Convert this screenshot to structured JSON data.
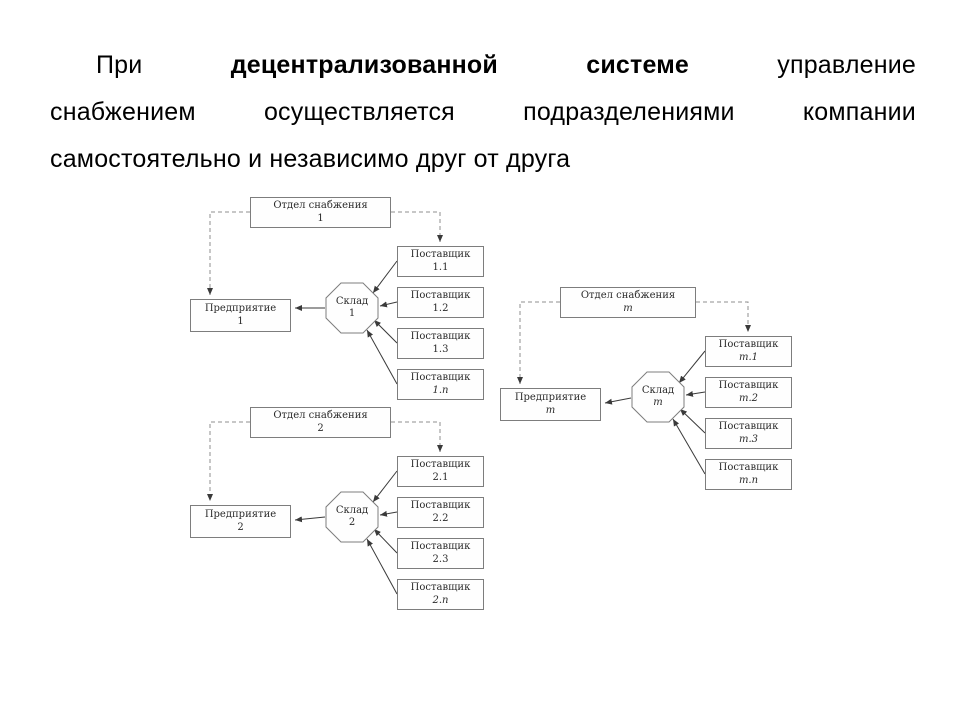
{
  "heading": {
    "line1": {
      "w1": "При",
      "w2": "децентрализованной",
      "w3": "системе",
      "w4": "управление"
    },
    "line2": {
      "w1": "снабжением",
      "w2": "осуществляется",
      "w3": "подразделениями",
      "w4": "компании"
    },
    "line3": "самостоятельно и независимо друг от друга"
  },
  "diagram": {
    "groups": [
      {
        "dept": {
          "line1": "Отдел снабжения",
          "line2": "1"
        },
        "enterprise": {
          "line1": "Предприятие",
          "line2": "1"
        },
        "warehouse": {
          "line1": "Склад",
          "line2": "1"
        },
        "suppliers": [
          {
            "line1": "Поставщик",
            "line2": "1.1"
          },
          {
            "line1": "Поставщик",
            "line2": "1.2"
          },
          {
            "line1": "Поставщик",
            "line2": "1.3"
          },
          {
            "line1": "Поставщик",
            "line2": "1.n"
          }
        ]
      },
      {
        "dept": {
          "line1": "Отдел снабжения",
          "line2": "2"
        },
        "enterprise": {
          "line1": "Предприятие",
          "line2": "2"
        },
        "warehouse": {
          "line1": "Склад",
          "line2": "2"
        },
        "suppliers": [
          {
            "line1": "Поставщик",
            "line2": "2.1"
          },
          {
            "line1": "Поставщик",
            "line2": "2.2"
          },
          {
            "line1": "Поставщик",
            "line2": "2.3"
          },
          {
            "line1": "Поставщик",
            "line2": "2.n"
          }
        ]
      },
      {
        "dept": {
          "line1": "Отдел снабжения",
          "line2": "m"
        },
        "enterprise": {
          "line1": "Предприятие",
          "line2": "m"
        },
        "warehouse": {
          "line1": "Склад",
          "line2": "m"
        },
        "suppliers": [
          {
            "line1": "Поставщик",
            "line2": "m.1"
          },
          {
            "line1": "Поставщик",
            "line2": "m.2"
          },
          {
            "line1": "Поставщик",
            "line2": "m.3"
          },
          {
            "line1": "Поставщик",
            "line2": "m.n"
          }
        ]
      }
    ]
  },
  "colors": {
    "solid_line": "#3a3a3a",
    "dashed_line": "#8f8f8f",
    "box_border": "#7d7d7d",
    "text": "#000000"
  }
}
